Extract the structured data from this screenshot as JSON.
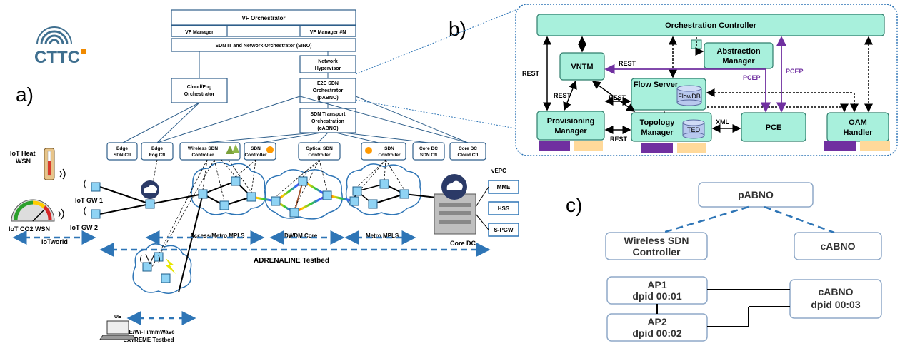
{
  "logo": {
    "text": "CTTC"
  },
  "panel_labels": {
    "a": "a)",
    "b": "b)",
    "c": "c)"
  },
  "a": {
    "vf_orchestrator": "VF Orchestrator",
    "vf_manager": "VF Manager",
    "vf_manager_n": "VF Manager #N",
    "sino": "SDN IT and Network Orchestrator (SINO)",
    "hypervisor": [
      "Network",
      "Hypervisor"
    ],
    "cloud_fog": [
      "Cloud/Fog",
      "Orchestrator"
    ],
    "e2e": [
      "E2E SDN",
      "Orchestrator",
      "(pABNO)"
    ],
    "transport": [
      "SDN Transport",
      "Orchestration",
      "(cABNO)"
    ],
    "controllers": [
      [
        "Edge",
        "SDN Ctl"
      ],
      [
        "Edge",
        "Fog Ctl"
      ],
      [
        "Wireless SDN",
        "Controller"
      ],
      [
        "SDN",
        "Controller"
      ],
      [
        "Optical SDN",
        "Controller"
      ],
      [
        "SDN",
        "Controller"
      ],
      [
        "Core DC",
        "SDN Ctl"
      ],
      [
        "Core DC",
        "Cloud Ctl"
      ]
    ],
    "iot_heat": [
      "IoT Heat",
      "WSN"
    ],
    "iot_co2": "IoT CO2 WSN",
    "iot_gw1": "IoT GW 1",
    "iot_gw2": "IoT GW 2",
    "access_metro": "Access/Metro MPLS",
    "dwdm": "DWDM Core",
    "metro": "Metro MPLS",
    "core_dc": "Core DC",
    "iotworld": "IoTworld",
    "adrenaline": "ADRENALINE  Testbed",
    "vepc": "vEPC",
    "mme": "MME",
    "hss": "HSS",
    "spgw": "S-PGW",
    "ue": "UE",
    "extreme": [
      "LTE/Wi-Fi/mmWave",
      "EXTREME Testbed"
    ]
  },
  "b": {
    "orch_controller": "Orchestration Controller",
    "abstraction": [
      "Abstraction",
      "Manager"
    ],
    "vntm": "VNTM",
    "flow_server": "Flow Server",
    "flowdb": "FlowDB",
    "provisioning": [
      "Provisioning",
      "Manager"
    ],
    "topology": [
      "Topology",
      "Manager"
    ],
    "ted": "TED",
    "pce": "PCE",
    "oam": [
      "OAM",
      "Handler"
    ],
    "labels": {
      "rest_left": "REST",
      "rest_top": "REST",
      "rest_mid": "REST",
      "rest_flow": "REST",
      "rest_bottom": "REST",
      "xml": "XML",
      "pcep1": "PCEP",
      "pcep2": "PCEP"
    },
    "colors": {
      "box_fill": "#a8f0dc",
      "box_stroke": "#2e7d6b",
      "purple": "#7030a0",
      "orange": "#ffd99a"
    }
  },
  "c": {
    "pabno": "pABNO",
    "wireless": [
      "Wireless SDN",
      "Controller"
    ],
    "cabno": "cABNO",
    "ap1": [
      "AP1",
      "dpid 00:01"
    ],
    "ap2": [
      "AP2",
      "dpid 00:02"
    ],
    "cabno2": [
      "cABNO",
      "dpid 00:03"
    ]
  }
}
